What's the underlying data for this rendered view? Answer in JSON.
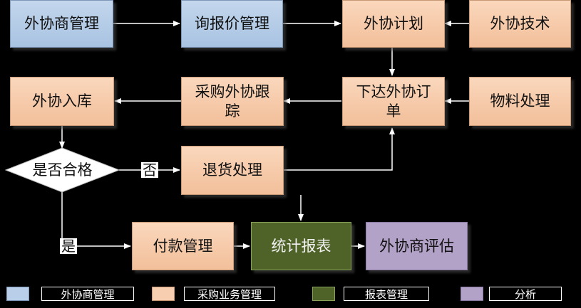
{
  "nodes": {
    "supplier_mgmt": "外协商管理",
    "inquiry_mgmt": "询报价管理",
    "outsource_plan": "外协计划",
    "outsource_tech": "外协技术",
    "purchase_track": "采购外协跟踪",
    "issue_order": "下达外协订单",
    "material_proc": "物料处理",
    "warehouse_in": "外协入库",
    "qualified": "是否合格",
    "return_proc": "退货处理",
    "payment_mgmt": "付款管理",
    "stats_report": "统计报表",
    "supplier_eval": "外协商评估"
  },
  "edge_labels": {
    "no": "否",
    "yes": "是"
  },
  "legend": [
    {
      "label": "外协商管理",
      "color": "#b9cfe9"
    },
    {
      "label": "采购业务管理",
      "color": "#f7cfb0"
    },
    {
      "label": "报表管理",
      "color": "#4f6228"
    },
    {
      "label": "分析",
      "color": "#b3a2c7"
    }
  ],
  "colors": {
    "background": "#000000",
    "arrow": "#ffffff"
  }
}
